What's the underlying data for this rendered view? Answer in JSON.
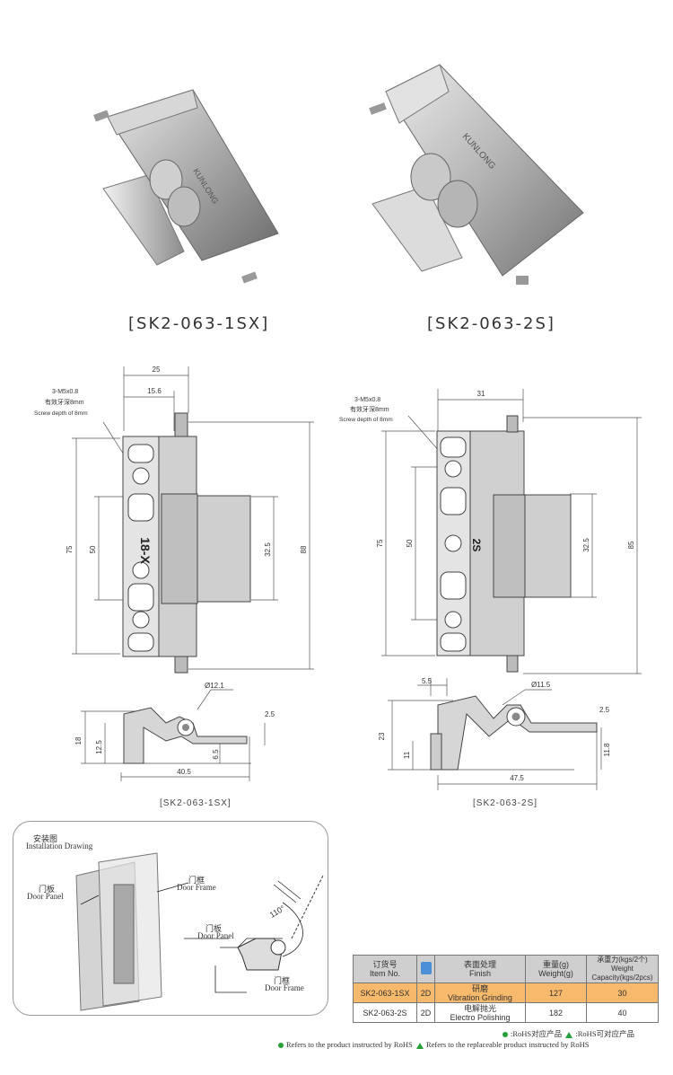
{
  "products": {
    "p1": {
      "label": "[SK2-063-1SX]",
      "brand": "KUNLONG"
    },
    "p2": {
      "label": "[SK2-063-2S]",
      "brand": "KUNLONG"
    }
  },
  "drawing1": {
    "dim_width": "25",
    "dim_15_6": "15.6",
    "screw_note_1": "3-M5x0.8",
    "screw_note_2": "有效牙深8mm",
    "screw_note_3": "Screw depth of 8mm",
    "dim_75": "75",
    "dim_50": "50",
    "dim_32_5": "32.5",
    "dim_88": "88",
    "marking": "18-X",
    "side_dia": "Ø12.1",
    "side_2_5": "2.5",
    "side_18": "18",
    "side_12_5": "12.5",
    "side_6_5": "6.5",
    "side_40_5": "40.5",
    "caption": "[SK2-063-1SX]"
  },
  "drawing2": {
    "dim_width": "31",
    "screw_note_1": "3-M5x0.8",
    "screw_note_2": "有效牙深8mm",
    "screw_note_3": "Screw depth of 8mm",
    "dim_75": "75",
    "dim_50": "50",
    "dim_32_5": "32.5",
    "dim_85": "85",
    "marking": "2S",
    "side_5_5": "5.5",
    "side_dia": "Ø11.5",
    "side_2_5": "2.5",
    "side_23": "23",
    "side_11": "11",
    "side_11_8": "11.8",
    "side_47_5": "47.5",
    "caption": "[SK2-063-2S]"
  },
  "install": {
    "title_cn": "安装图",
    "title_en": "Installation Drawing",
    "frame_cn": "门框",
    "frame_en": "Door Frame",
    "panel_cn": "门板",
    "panel_en": "Door Panel",
    "panel2_cn": "门板",
    "panel2_en": "Door Panel",
    "frame2_cn": "门框",
    "frame2_en": "Door Frame",
    "angle": "110°"
  },
  "spec_table": {
    "headers": [
      {
        "cn": "订货号",
        "en": "Item No."
      },
      {
        "cn": "",
        "en": ""
      },
      {
        "cn": "表面处理",
        "en": "Finish"
      },
      {
        "cn": "重量(g)",
        "en": "Weight(g)"
      },
      {
        "cn": "承重力(kgs/2个)",
        "en": "Weight Capacity(kgs/2pcs)"
      }
    ],
    "rows": [
      {
        "item": "SK2-063-1SX",
        "model": "2D",
        "finish_cn": "研磨",
        "finish_en": "Vibration Grinding",
        "weight": "127",
        "capacity": "30"
      },
      {
        "item": "SK2-063-2S",
        "model": "2D",
        "finish_cn": "电解抛光",
        "finish_en": "Electro Polishing",
        "weight": "182",
        "capacity": "40"
      }
    ]
  },
  "legend": {
    "line1_a": ":RoHS对应产品",
    "line1_b": ":RoHS可对应产品",
    "line2_a": "Refers to the product instructed by RoHS",
    "line2_b": "Refers to the replaceable product instructed by RoHS"
  },
  "colors": {
    "highlight": "#f7b96b",
    "rohs": "#27a03a"
  }
}
